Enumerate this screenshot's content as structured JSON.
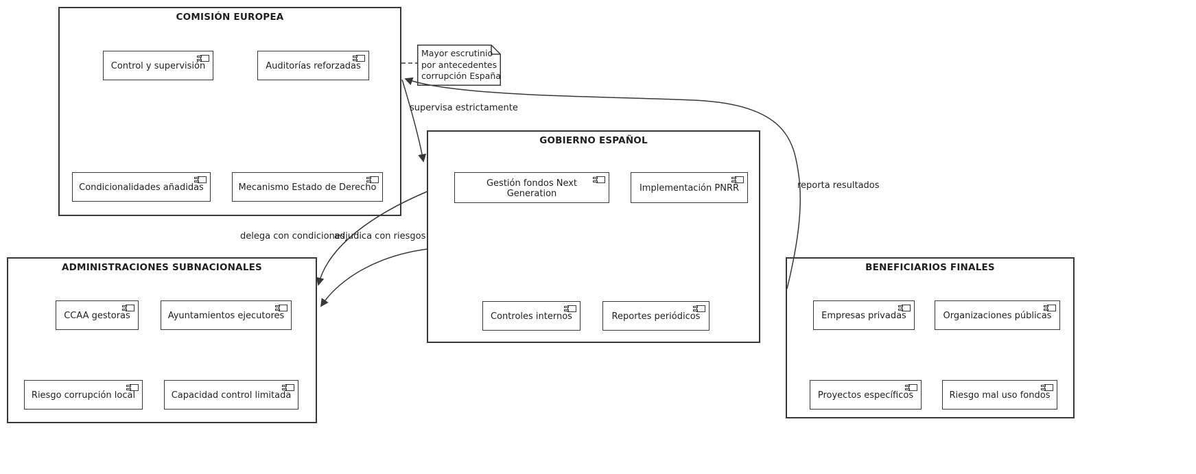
{
  "diagram": {
    "packages": [
      {
        "id": "comision-europea",
        "title": "COMISIÓN EUROPEA",
        "components": [
          "Control y supervisión",
          "Auditorías reforzadas",
          "Condicionalidades añadidas",
          "Mecanismo Estado de Derecho"
        ]
      },
      {
        "id": "gobierno-espanol",
        "title": "GOBIERNO ESPAÑOL",
        "components": [
          "Gestión fondos Next Generation",
          "Implementación PNRR",
          "Controles internos",
          "Reportes periódicos"
        ]
      },
      {
        "id": "administraciones-subnacionales",
        "title": "ADMINISTRACIONES SUBNACIONALES",
        "components": [
          "CCAA gestoras",
          "Ayuntamientos ejecutores",
          "Riesgo corrupción local",
          "Capacidad control limitada"
        ]
      },
      {
        "id": "beneficiarios-finales",
        "title": "BENEFICIARIOS FINALES",
        "components": [
          "Empresas privadas",
          "Organizaciones públicas",
          "Proyectos específicos",
          "Riesgo mal uso fondos"
        ]
      }
    ],
    "note": {
      "lines": [
        "Mayor escrutinio",
        "por antecedentes",
        "corrupción España"
      ]
    },
    "edges": [
      {
        "id": "supervisa",
        "from": "comision-europea",
        "to": "gobierno-espanol",
        "label": "supervisa estrictamente"
      },
      {
        "id": "delega",
        "from": "gobierno-espanol",
        "to": "administraciones-subnacionales",
        "label": "delega con condiciones"
      },
      {
        "id": "adjudica",
        "from": "gobierno-espanol",
        "to": "administraciones-subnacionales",
        "label": "adjudica con riesgos"
      },
      {
        "id": "reporta",
        "from": "beneficiarios-finales",
        "to": "comision-europea",
        "label": "reporta resultados"
      }
    ],
    "colors": {
      "line": "#383838",
      "background": "#ffffff",
      "box_fill": "#ffffff",
      "text": "#1f1f1f"
    }
  }
}
